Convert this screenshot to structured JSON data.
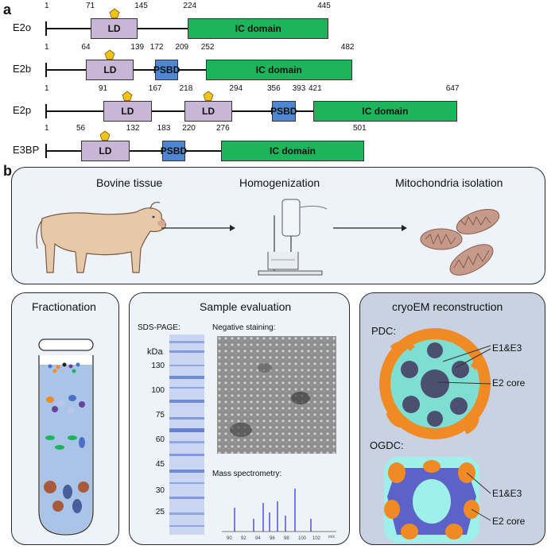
{
  "panel_a": {
    "letter": "a",
    "rows": [
      {
        "name": "E2o",
        "start": "1",
        "end": "445",
        "domains": [
          {
            "type": "LD",
            "label": "LD",
            "start": "71",
            "end": "145",
            "pentagon": true
          },
          {
            "type": "IC",
            "label": "IC domain",
            "start": "224",
            "end": "445"
          }
        ]
      },
      {
        "name": "E2b",
        "start": "1",
        "end": "482",
        "domains": [
          {
            "type": "LD",
            "label": "LD",
            "start": "64",
            "end": "139",
            "pentagon": true
          },
          {
            "type": "PSBD",
            "label": "PSBD",
            "start": "172",
            "end": "209"
          },
          {
            "type": "IC",
            "label": "IC domain",
            "start": "252",
            "end": "482"
          }
        ]
      },
      {
        "name": "E2p",
        "start": "1",
        "end": "647",
        "domains": [
          {
            "type": "LD",
            "label": "LD",
            "start": "91",
            "end": "167",
            "pentagon": true
          },
          {
            "type": "LD",
            "label": "LD",
            "start": "218",
            "end": "294",
            "pentagon": true
          },
          {
            "type": "PSBD",
            "label": "PSBD",
            "start": "356",
            "end": "393"
          },
          {
            "type": "IC",
            "label": "IC domain",
            "start": "421",
            "end": "647"
          }
        ]
      },
      {
        "name": "E3BP",
        "start": "1",
        "end": "501",
        "domains": [
          {
            "type": "LD",
            "label": "LD",
            "start": "56",
            "end": "132",
            "pentagon": true
          },
          {
            "type": "PSBD",
            "label": "PSBD",
            "start": "183",
            "end": "220"
          },
          {
            "type": "IC",
            "label": "IC domain",
            "start": "276",
            "end": "501"
          }
        ]
      }
    ],
    "colors": {
      "LD": "#c8b6d6",
      "PSBD": "#4f86d1",
      "IC": "#1db55c",
      "pentagon": "#f2c21b"
    }
  },
  "panel_b": {
    "letter": "b",
    "workflow": {
      "steps": [
        "Bovine tissue",
        "Homogenization",
        "Mitochondria isolation"
      ]
    },
    "fractionation": {
      "title": "Fractionation"
    },
    "evaluation": {
      "title": "Sample evaluation",
      "sds_label": "SDS-PAGE:",
      "kda_label": "kDa",
      "ladder": [
        "130",
        "100",
        "75",
        "60",
        "45",
        "30",
        "25"
      ],
      "neg_stain_label": "Negative staining:",
      "ms_label": "Mass spectrometry:",
      "ms_axis": [
        "90",
        "92",
        "94",
        "96",
        "98",
        "100",
        "102"
      ],
      "ms_unit": "m/z"
    },
    "cryoem": {
      "title": "cryoEM reconstruction",
      "pdc_label": "PDC:",
      "ogdc_label": "OGDC:",
      "annot_e1e3": "E1&E3",
      "annot_e2": "E2 core",
      "colors": {
        "e1e3": "#f08a24",
        "e2": "#7fded2",
        "core_dark": "#4b4f70",
        "ogdc_e2": "#5b63c9"
      }
    }
  }
}
